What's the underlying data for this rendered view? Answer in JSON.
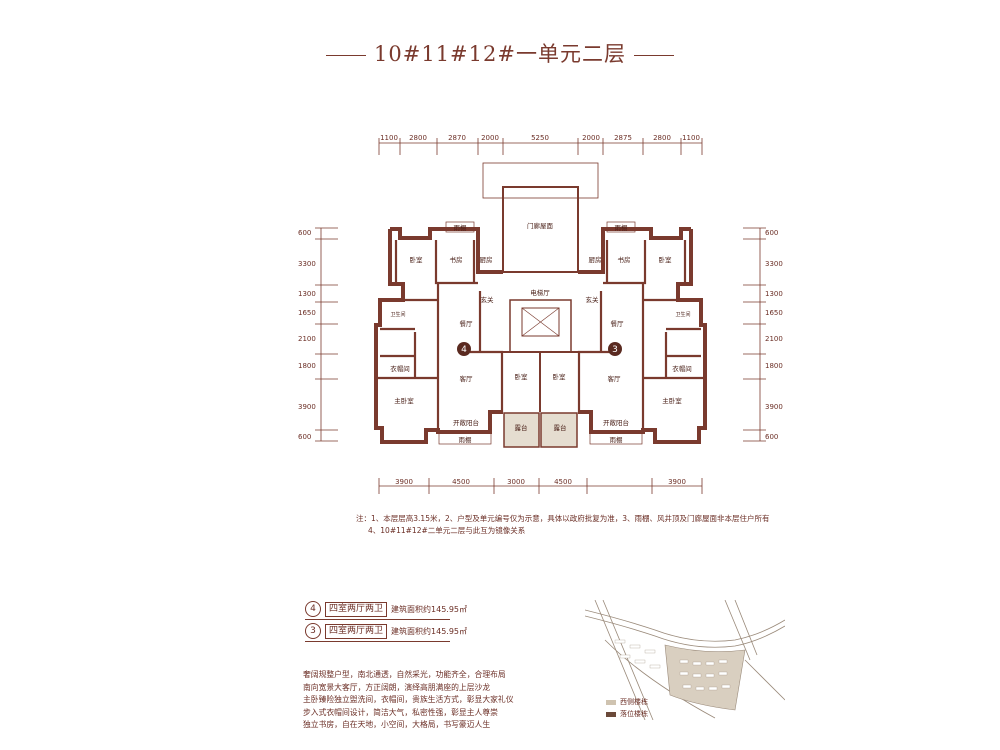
{
  "title": "10#11#12#一单元二层",
  "top_dims": [
    "1100",
    "2800",
    "2870",
    "2000",
    "5250",
    "2000",
    "2875",
    "2800",
    "1100"
  ],
  "bottom_dims": [
    "3900",
    "4500",
    "3000",
    "4500",
    "3900"
  ],
  "left_dims": [
    "600",
    "3300",
    "1300",
    "1650",
    "2100",
    "1800",
    "3900",
    "600"
  ],
  "right_dims": [
    "600",
    "3300",
    "1300",
    "1650",
    "2100",
    "1800",
    "3900",
    "600"
  ],
  "rooms": {
    "door_roof": "门廊屋面",
    "canopy": "雨棚",
    "bedroom": "卧室",
    "study": "书房",
    "kitchen": "厨房",
    "elevator_hall": "电梯厅",
    "foyer": "玄关",
    "dining": "餐厅",
    "living": "客厅",
    "cloakroom": "衣帽间",
    "master_bedroom": "主卧室",
    "open_balcony": "开敞阳台",
    "terrace": "露台",
    "bath1": "卫生间",
    "bath2": "卫生间",
    "shaft": "风井",
    "unit_left": "4",
    "unit_right": "3"
  },
  "notes": {
    "line1": "注：1、本层层高3.15米，2、户型及单元编号仅为示意，具体以政府批复为准，3、雨棚、风井顶及门廊屋面非本层住户所有",
    "line2": "4、10#11#12#二单元二层与此互为镜像关系"
  },
  "units": [
    {
      "num": "4",
      "name": "四室两厅两卫",
      "area": "建筑面积约145.95㎡"
    },
    {
      "num": "3",
      "name": "四室两厅两卫",
      "area": "建筑面积约145.95㎡"
    }
  ],
  "description": [
    "奢阔规整户型，南北通透，自然采光，功能齐全，合理布局",
    "南向宽景大客厅，方正阔朗，演绎高朋满座的上层沙龙",
    "主卧臻险独立盥洗间，衣帽间，贵族生活方式，彰显大家礼仪",
    "步入式衣帽间设计，简洁大气，私密性强，彰显主人尊崇",
    "独立书房，自在天地，小空间，大格局，书写豪迈人生"
  ],
  "legend": [
    {
      "label": "西侧楼栋",
      "color": "#cfc3b0"
    },
    {
      "label": "落位楼栋",
      "color": "#6b4a3a"
    }
  ],
  "colors": {
    "wall": "#7a3a2e",
    "terrace": "#e5ddd0",
    "accent": "#7a3a2e"
  }
}
